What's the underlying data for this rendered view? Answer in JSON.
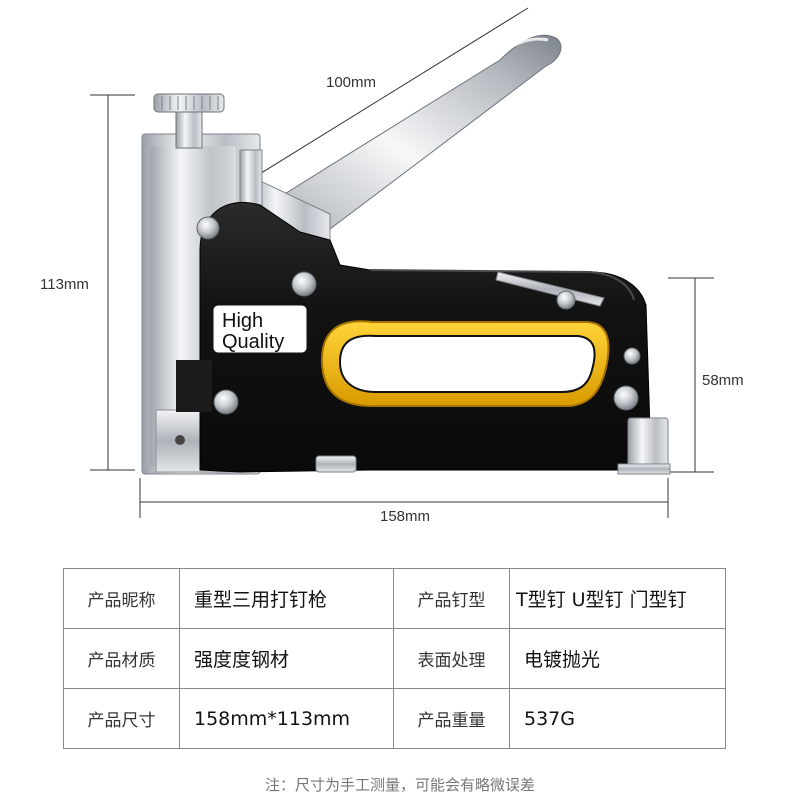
{
  "dimensions": {
    "handle_length": "100mm",
    "height": "113mm",
    "body_height": "58mm",
    "length": "158mm"
  },
  "badge": {
    "line1": "High",
    "line2": "Quality"
  },
  "specs": [
    {
      "key1": "产品昵称",
      "val1": "重型三用打钉枪",
      "key2": "产品钉型",
      "val2": "T型钉 U型钉 门型钉"
    },
    {
      "key1": "产品材质",
      "val1": "强度度钢材",
      "key2": "表面处理",
      "val2": "电镀抛光"
    },
    {
      "key1": "产品尺寸",
      "val1": "158mm*113mm",
      "key2": "产品重量",
      "val2": "537G"
    }
  ],
  "note": "注：尺寸为手工测量，可能会有略微误差",
  "colors": {
    "body": "#141414",
    "chrome": "#c9cdd2",
    "grip_accent": "#f2b705",
    "table_border": "#8a8a8a"
  }
}
